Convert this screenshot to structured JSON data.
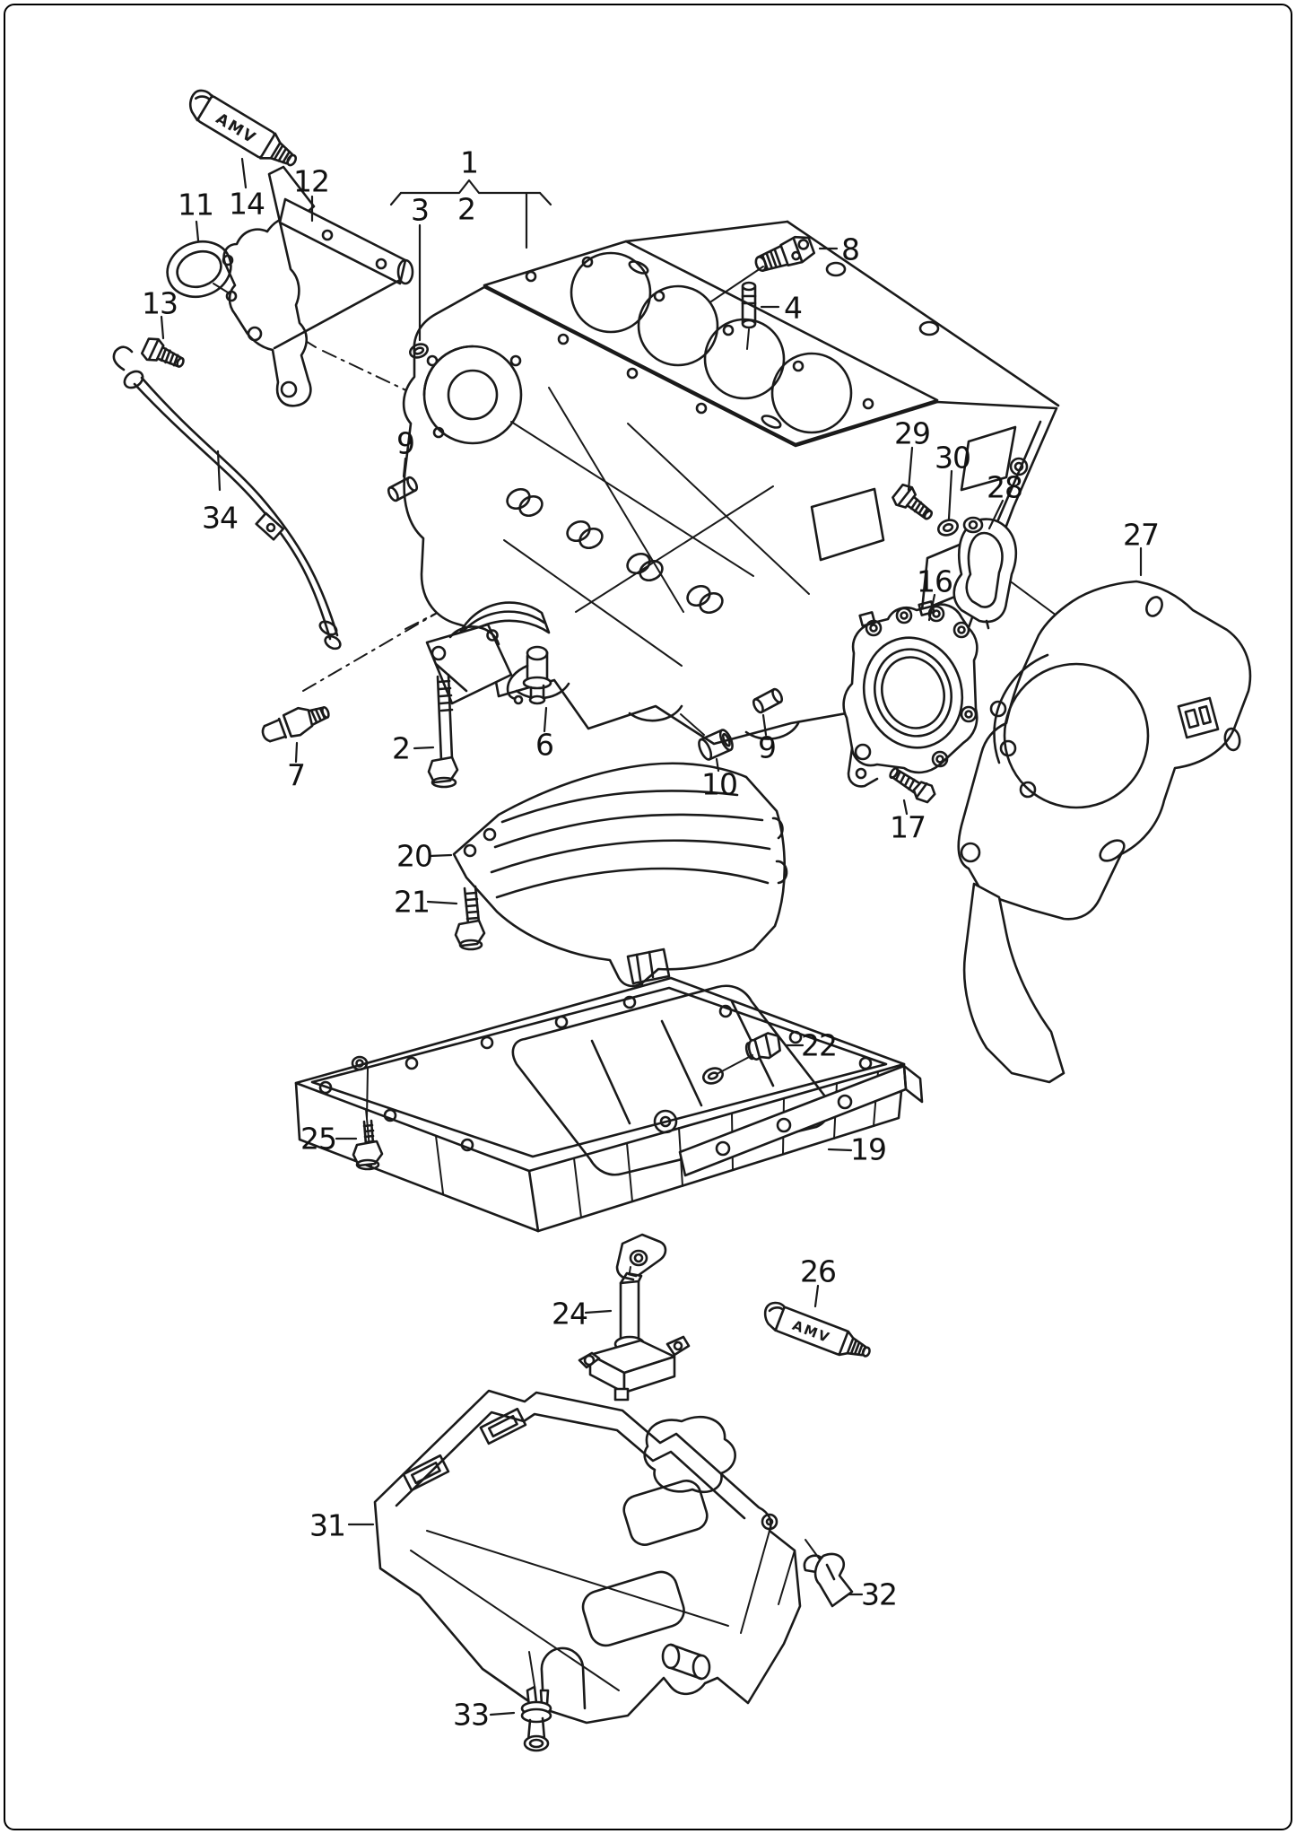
{
  "callouts": [
    {
      "label": "1"
    },
    {
      "label": "3"
    },
    {
      "label": "2"
    },
    {
      "label": "4"
    },
    {
      "label": "8"
    },
    {
      "label": "11"
    },
    {
      "label": "12"
    },
    {
      "label": "13"
    },
    {
      "label": "14"
    },
    {
      "label": "34"
    },
    {
      "label": "9"
    },
    {
      "label": "29"
    },
    {
      "label": "30"
    },
    {
      "label": "28"
    },
    {
      "label": "27"
    },
    {
      "label": "16"
    },
    {
      "label": "7"
    },
    {
      "label": "2"
    },
    {
      "label": "6"
    },
    {
      "label": "9"
    },
    {
      "label": "10"
    },
    {
      "label": "17"
    },
    {
      "label": "20"
    },
    {
      "label": "21"
    },
    {
      "label": "22"
    },
    {
      "label": "25"
    },
    {
      "label": "19"
    },
    {
      "label": "24"
    },
    {
      "label": "26"
    },
    {
      "label": "31"
    },
    {
      "label": "32"
    },
    {
      "label": "33"
    }
  ],
  "sealant_tubes": [
    {
      "label": "AMV"
    },
    {
      "label": "AMV"
    }
  ],
  "colors": {
    "line": "#1a1a1a",
    "background": "#ffffff"
  }
}
